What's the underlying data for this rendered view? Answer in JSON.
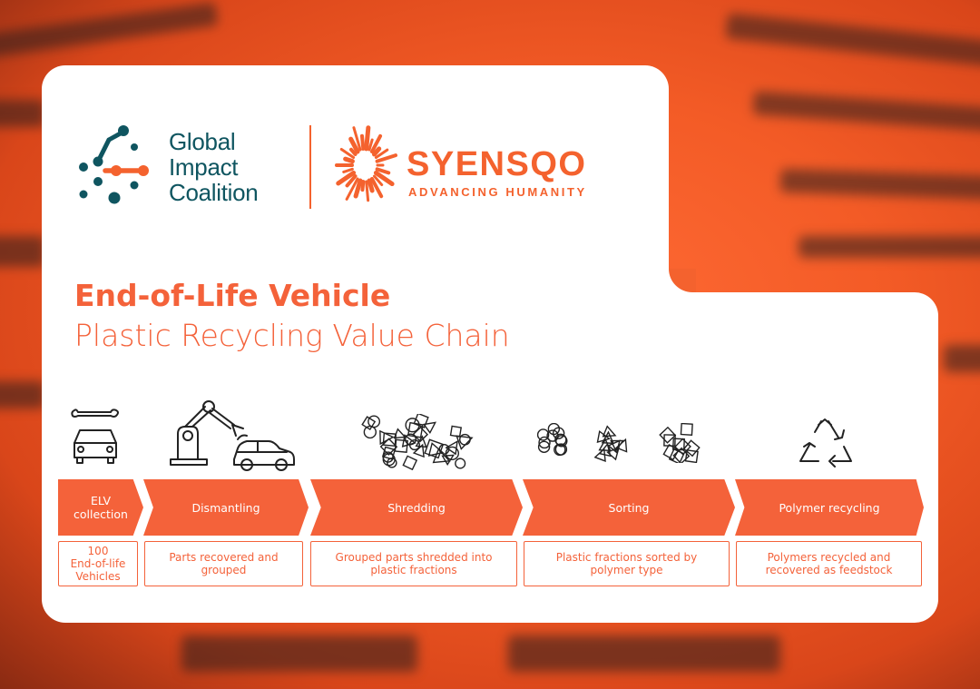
{
  "brand": {
    "gic_lines": [
      "Global",
      "Impact",
      "Coalition"
    ],
    "syensqo_name": "SYENSQO",
    "syensqo_tagline": "ADVANCING HUMANITY",
    "accent": "#f4623a",
    "teal": "#0f5560"
  },
  "heading": {
    "title": "End-of-Life Vehicle",
    "subtitle": "Plastic Recycling Value Chain"
  },
  "stages": [
    {
      "label": "ELV\ncollection",
      "description": "100\nEnd-of-life\nVehicles",
      "icon": "car-wrench-icon"
    },
    {
      "label": "Dismantling",
      "description": "Parts recovered and\ngrouped",
      "icon": "robot-arm-car-icon"
    },
    {
      "label": "Shredding",
      "description": "Grouped parts shredded into\nplastic fractions",
      "icon": "shredded-shapes-icon"
    },
    {
      "label": "Sorting",
      "description": "Plastic fractions sorted by\npolymer type",
      "icon": "sorted-shapes-icon"
    },
    {
      "label": "Polymer recycling",
      "description": "Polymers recycled and\nrecovered as feedstock",
      "icon": "recycle-icon"
    }
  ]
}
